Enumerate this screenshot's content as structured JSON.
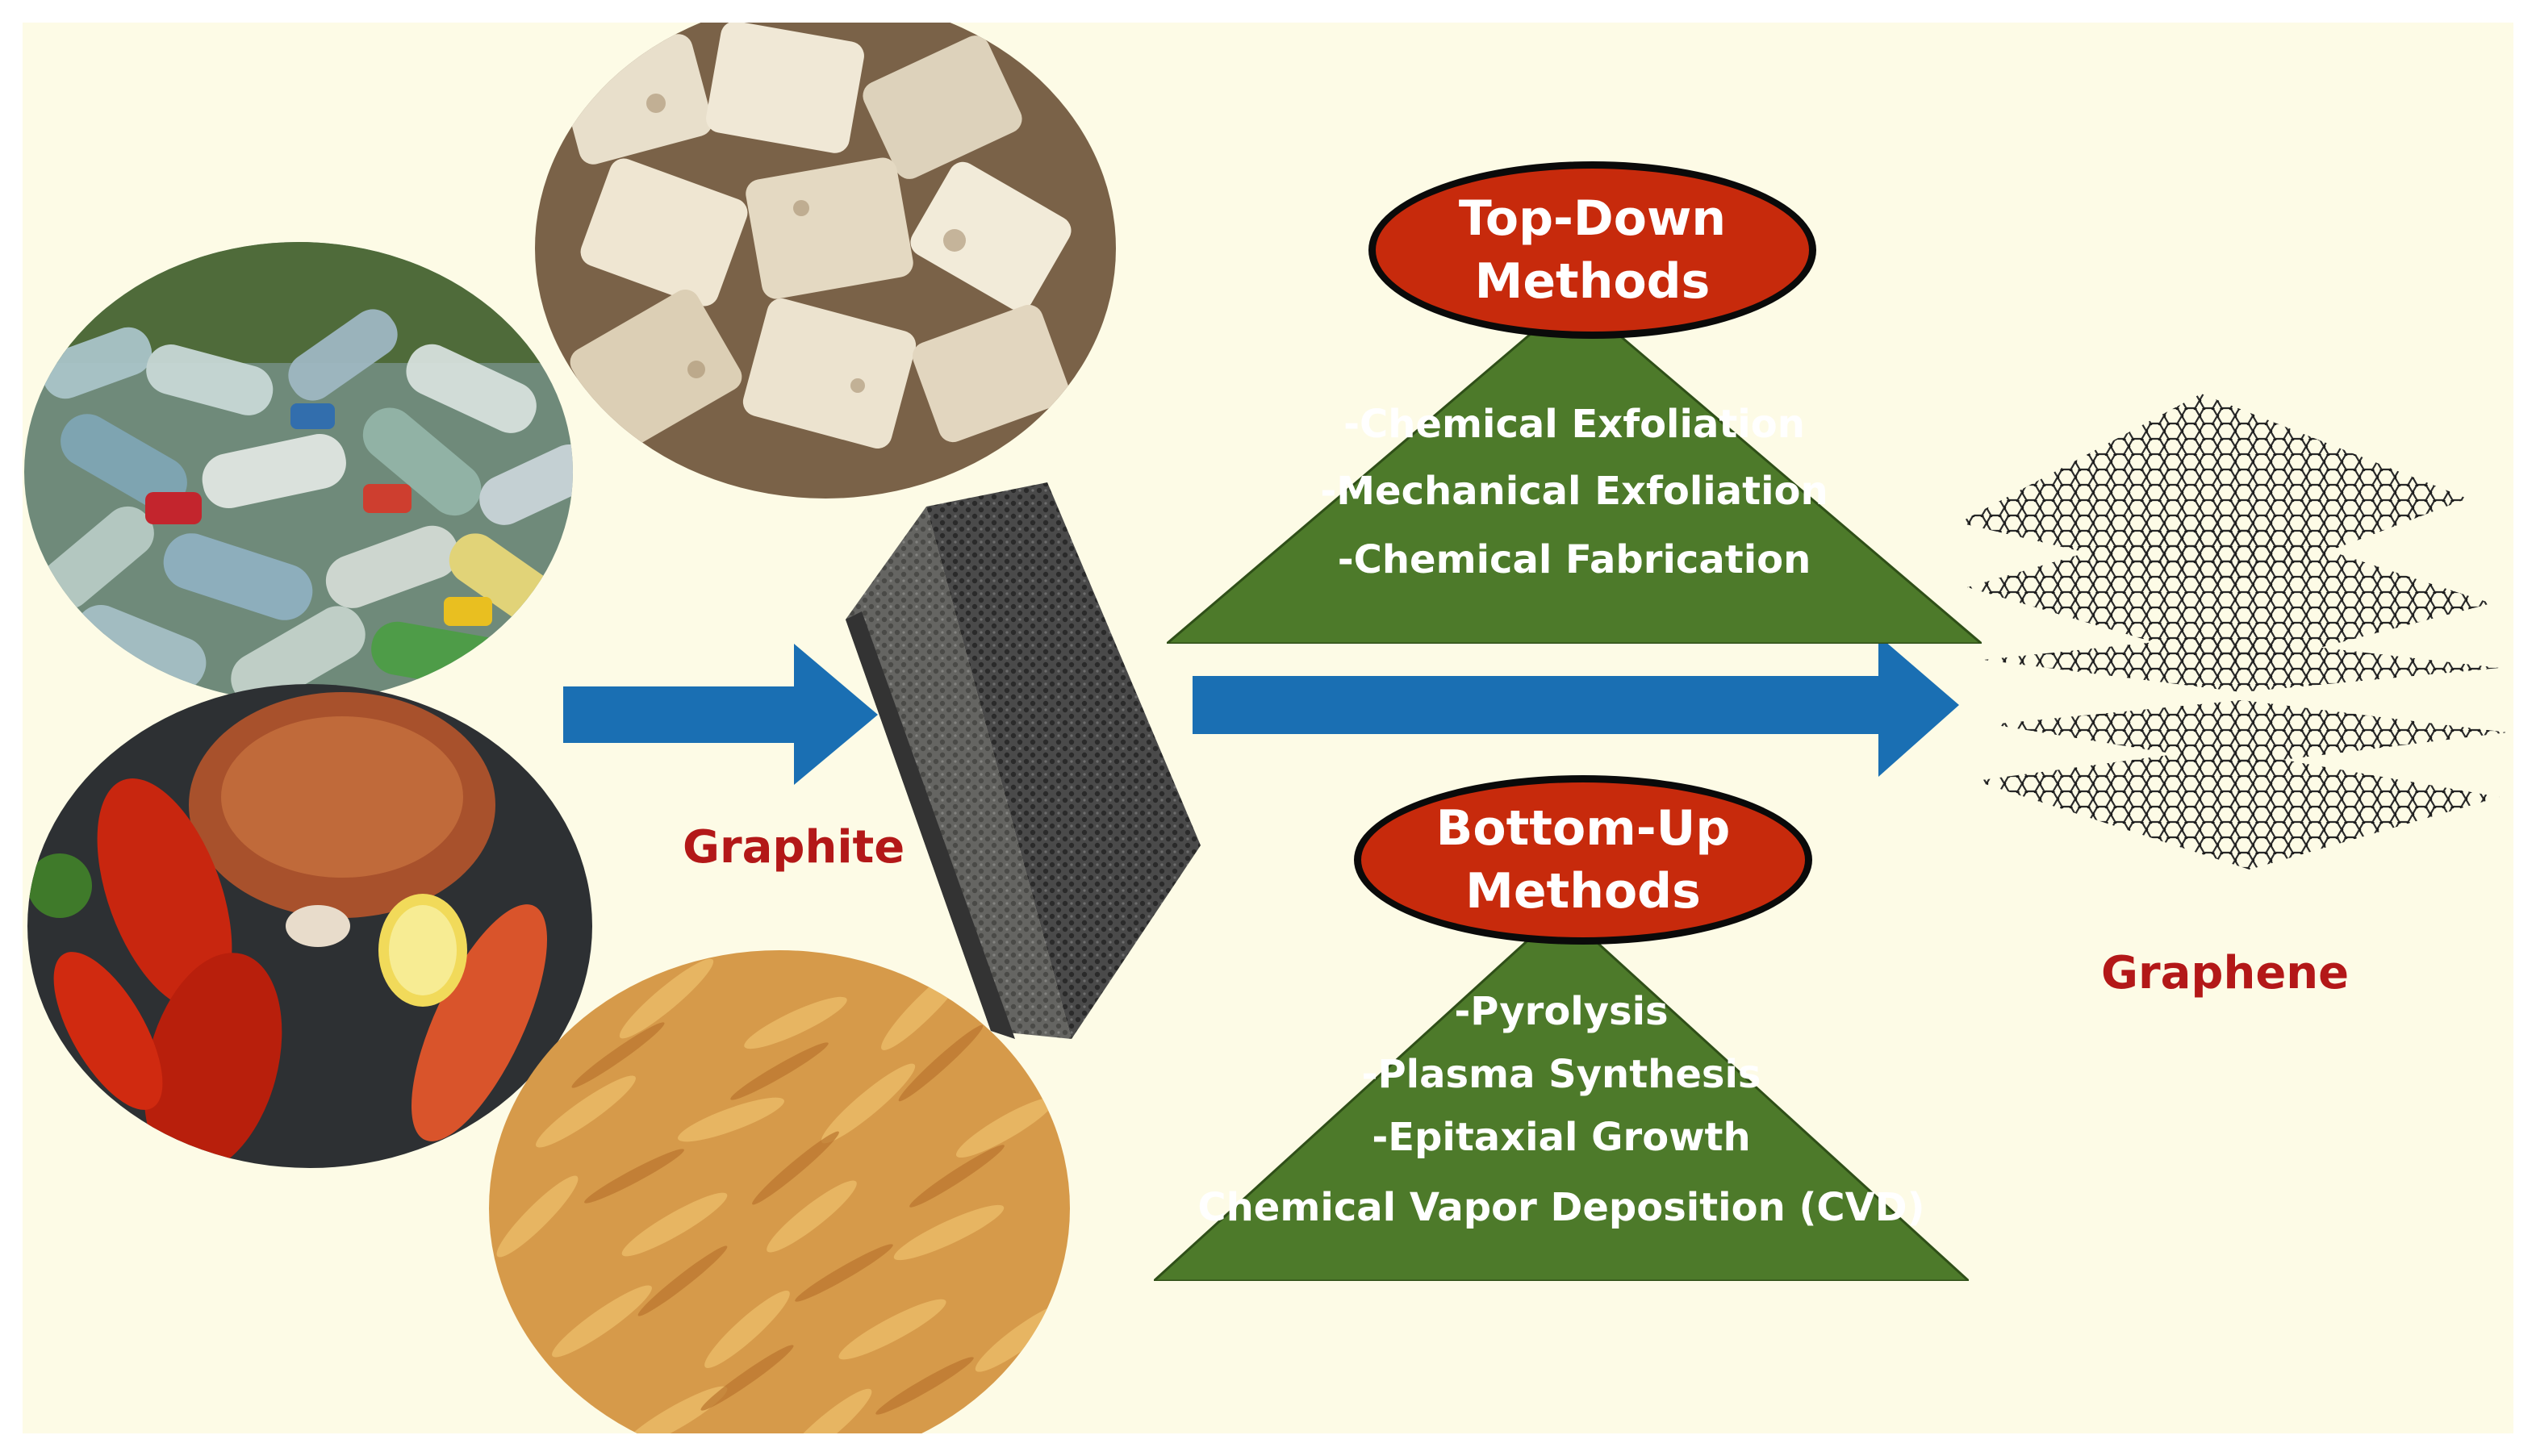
{
  "sources": [
    {
      "name": "plastic-bottles",
      "alt": "plastic bottle waste"
    },
    {
      "name": "foam-containers",
      "alt": "discarded foam food containers"
    },
    {
      "name": "seafood-shells",
      "alt": "crab, lobster and shrimp shells"
    },
    {
      "name": "rice-husk",
      "alt": "rice husks"
    }
  ],
  "graphite_label": "Graphite",
  "graphene_label": "Graphene",
  "top_down": {
    "title_line1": "Top-Down",
    "title_line2": "Methods",
    "methods": [
      "-Chemical Exfoliation",
      "-Mechanical Exfoliation",
      "-Chemical Fabrication"
    ]
  },
  "bottom_up": {
    "title_line1": "Bottom-Up",
    "title_line2": "Methods",
    "methods": [
      "-Pyrolysis",
      "-Plasma Synthesis",
      "-Epitaxial Growth",
      "Chemical Vapor Deposition (CVD)"
    ]
  },
  "colors": {
    "background": "#fdfbe6",
    "arrow": "#1a6fb3",
    "triangle": "#4d7a2a",
    "oval": "#c72a0c",
    "label_red": "#b31818"
  }
}
